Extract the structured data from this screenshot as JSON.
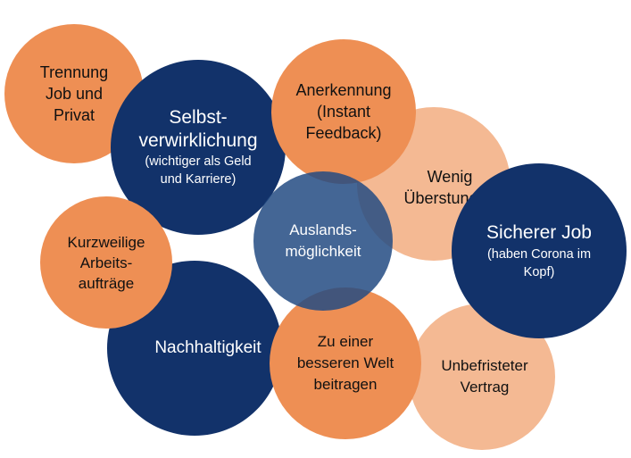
{
  "colors": {
    "orange": "#ee8f54",
    "light_orange": "#f4b993",
    "navy": "#12326a",
    "mid_blue": "#234b82"
  },
  "bubbles": {
    "trennung": {
      "lines": [
        "Trennung",
        "Job und",
        "Privat"
      ]
    },
    "selbst": {
      "lines": [
        "Selbst-",
        "verwirklichung"
      ],
      "sub": [
        "(wichtiger als Geld",
        "und Karriere)"
      ]
    },
    "anerkennung": {
      "lines": [
        "Anerkennung",
        "(Instant",
        "Feedback)"
      ]
    },
    "wenig": {
      "lines": [
        "Wenig",
        "Überstunden"
      ]
    },
    "kurz": {
      "lines": [
        "Kurzweilige",
        "Arbeits-",
        "aufträge"
      ]
    },
    "ausland": {
      "lines": [
        "Auslands-",
        "möglichkeit"
      ]
    },
    "sicher": {
      "lines": [
        "Sicherer Job"
      ],
      "sub": [
        "(haben Corona im",
        "Kopf)"
      ]
    },
    "nachhalt": {
      "lines": [
        "Nachhaltigkeit"
      ]
    },
    "welt": {
      "lines": [
        "Zu einer",
        "besseren Welt",
        "beitragen"
      ]
    },
    "unbefrist": {
      "lines": [
        "Unbefristeter",
        "Vertrag"
      ]
    }
  }
}
